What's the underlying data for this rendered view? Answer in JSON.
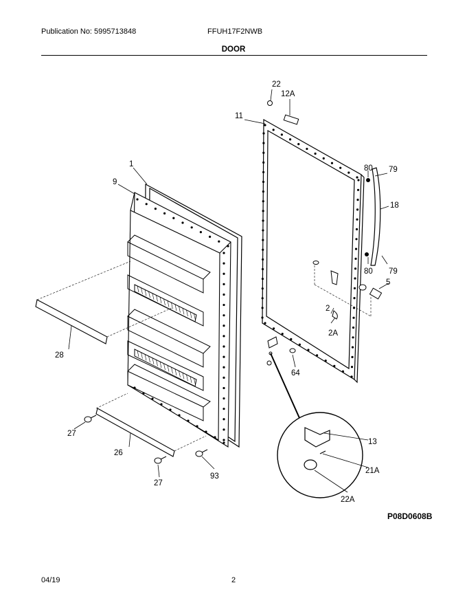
{
  "header": {
    "publication": "Publication No: 5995713848",
    "model": "FFUH17F2NWB",
    "section": "DOOR"
  },
  "footer": {
    "date": "04/19",
    "page": "2"
  },
  "figure_code": "P08D0608B",
  "callouts": {
    "c22": "22",
    "c12A": "12A",
    "c11": "11",
    "c1": "1",
    "c9": "9",
    "c80a": "80",
    "c79a": "79",
    "c18": "18",
    "c80b": "80",
    "c79b": "79",
    "c5": "5",
    "c2": "2",
    "c2A": "2A",
    "c64": "64",
    "c28": "28",
    "c27a": "27",
    "c26": "26",
    "c27b": "27",
    "c93": "93",
    "c13": "13",
    "c21A": "21A",
    "c22A": "22A"
  }
}
